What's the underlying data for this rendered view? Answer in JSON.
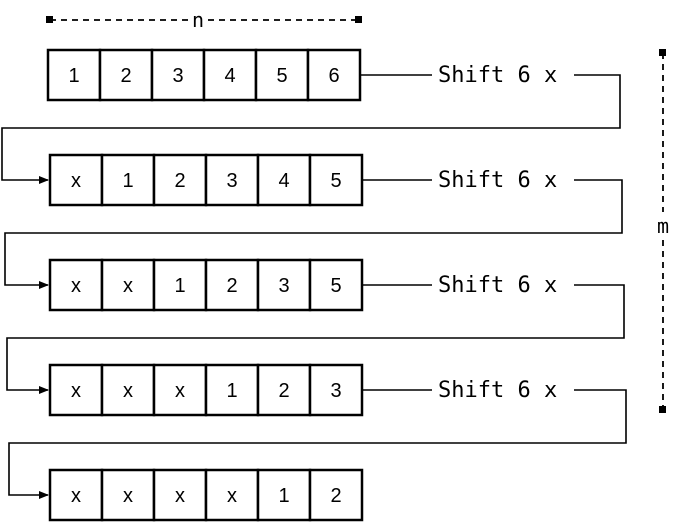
{
  "dimension_n": {
    "label": "n"
  },
  "dimension_m": {
    "label": "m"
  },
  "rows": [
    {
      "cells": [
        "1",
        "2",
        "3",
        "4",
        "5",
        "6"
      ],
      "shift_label": "Shift 6 x"
    },
    {
      "cells": [
        "x",
        "1",
        "2",
        "3",
        "4",
        "5"
      ],
      "shift_label": "Shift 6 x"
    },
    {
      "cells": [
        "x",
        "x",
        "1",
        "2",
        "3",
        "5"
      ],
      "shift_label": "Shift 6 x"
    },
    {
      "cells": [
        "x",
        "x",
        "x",
        "1",
        "2",
        "3"
      ],
      "shift_label": "Shift 6 x"
    },
    {
      "cells": [
        "x",
        "x",
        "x",
        "x",
        "1",
        "2"
      ]
    }
  ]
}
